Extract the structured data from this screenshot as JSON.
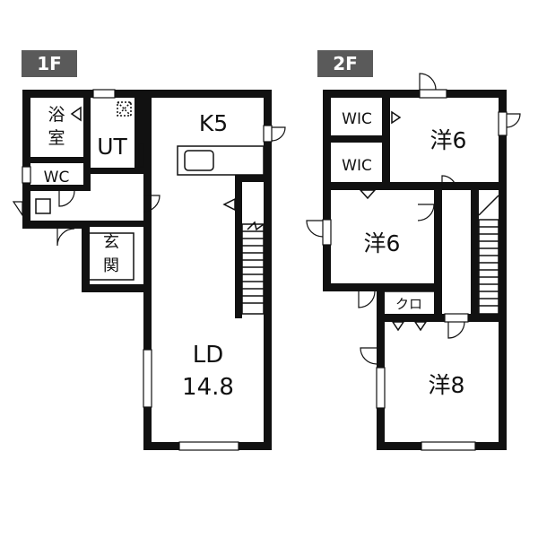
{
  "floors": {
    "first": {
      "tag": "1F"
    },
    "second": {
      "tag": "2F"
    }
  },
  "rooms_1f": {
    "bath": {
      "line1": "浴",
      "line2": "室"
    },
    "utility": "UT",
    "wc": "WC",
    "entrance": {
      "line1": "玄",
      "line2": "関"
    },
    "kitchen": "K5",
    "living": {
      "name": "LD",
      "size": "14.8"
    }
  },
  "rooms_2f": {
    "wic_a": "WIC",
    "wic_b": "WIC",
    "bedroom_a": "洋6",
    "bedroom_b": "洋6",
    "closet": "クロ",
    "bedroom_c": "洋8"
  },
  "colors": {
    "wall": "#111111",
    "tag_bg": "#5a5a5a",
    "background": "#ffffff"
  }
}
